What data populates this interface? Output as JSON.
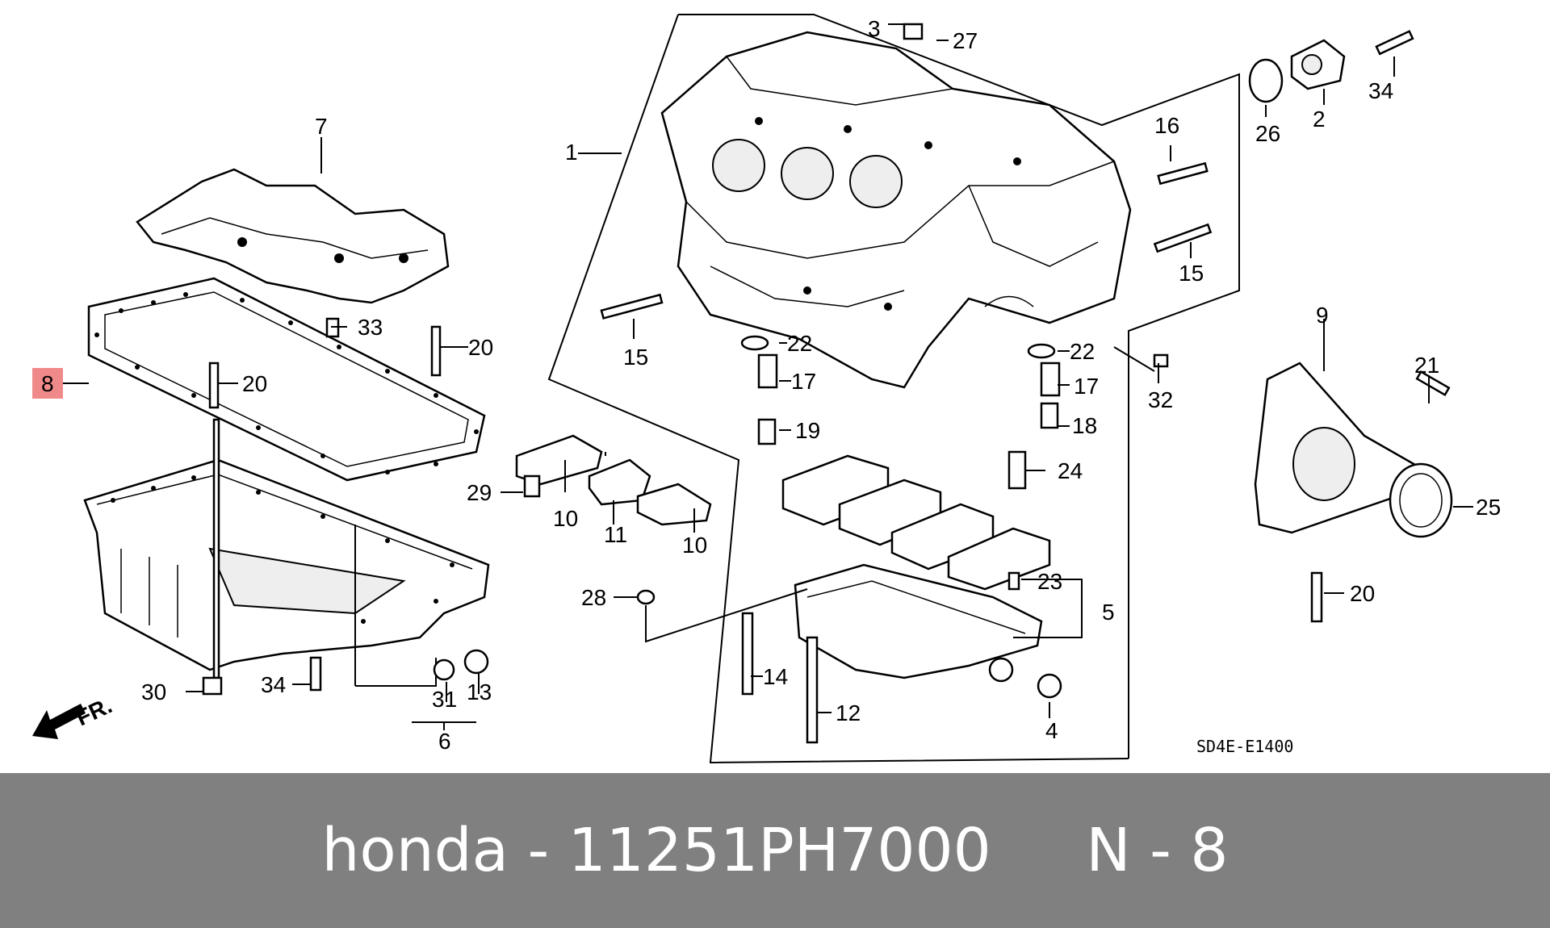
{
  "diagram": {
    "callouts": [
      {
        "id": "c1",
        "text": "1"
      },
      {
        "id": "c2",
        "text": "2"
      },
      {
        "id": "c3",
        "text": "3"
      },
      {
        "id": "c4",
        "text": "4"
      },
      {
        "id": "c5",
        "text": "5"
      },
      {
        "id": "c6",
        "text": "6"
      },
      {
        "id": "c7",
        "text": "7"
      },
      {
        "id": "c8",
        "text": "8"
      },
      {
        "id": "c9",
        "text": "9"
      },
      {
        "id": "c10a",
        "text": "10"
      },
      {
        "id": "c10b",
        "text": "10"
      },
      {
        "id": "c11",
        "text": "11"
      },
      {
        "id": "c12",
        "text": "12"
      },
      {
        "id": "c13",
        "text": "13"
      },
      {
        "id": "c14",
        "text": "14"
      },
      {
        "id": "c15a",
        "text": "15"
      },
      {
        "id": "c15b",
        "text": "15"
      },
      {
        "id": "c16",
        "text": "16"
      },
      {
        "id": "c17a",
        "text": "17"
      },
      {
        "id": "c17b",
        "text": "17"
      },
      {
        "id": "c18",
        "text": "18"
      },
      {
        "id": "c19",
        "text": "19"
      },
      {
        "id": "c20a",
        "text": "20"
      },
      {
        "id": "c20b",
        "text": "20"
      },
      {
        "id": "c20c",
        "text": "20"
      },
      {
        "id": "c21",
        "text": "21"
      },
      {
        "id": "c22a",
        "text": "22"
      },
      {
        "id": "c22b",
        "text": "22"
      },
      {
        "id": "c23",
        "text": "23"
      },
      {
        "id": "c24",
        "text": "24"
      },
      {
        "id": "c25",
        "text": "25"
      },
      {
        "id": "c26",
        "text": "26"
      },
      {
        "id": "c27",
        "text": "27"
      },
      {
        "id": "c28",
        "text": "28"
      },
      {
        "id": "c29",
        "text": "29"
      },
      {
        "id": "c30",
        "text": "30"
      },
      {
        "id": "c31",
        "text": "31"
      },
      {
        "id": "c32",
        "text": "32"
      },
      {
        "id": "c33",
        "text": "33"
      },
      {
        "id": "c34a",
        "text": "34"
      },
      {
        "id": "c34b",
        "text": "34"
      }
    ],
    "highlighted_callout": "8",
    "highlight_color": "#f08a8a",
    "front_marker": "FR.",
    "diagram_code": "SD4E-E1400"
  },
  "footer": {
    "text": "honda - 11251PH7000     N - 8",
    "background": "#808080",
    "text_color": "#ffffff"
  }
}
